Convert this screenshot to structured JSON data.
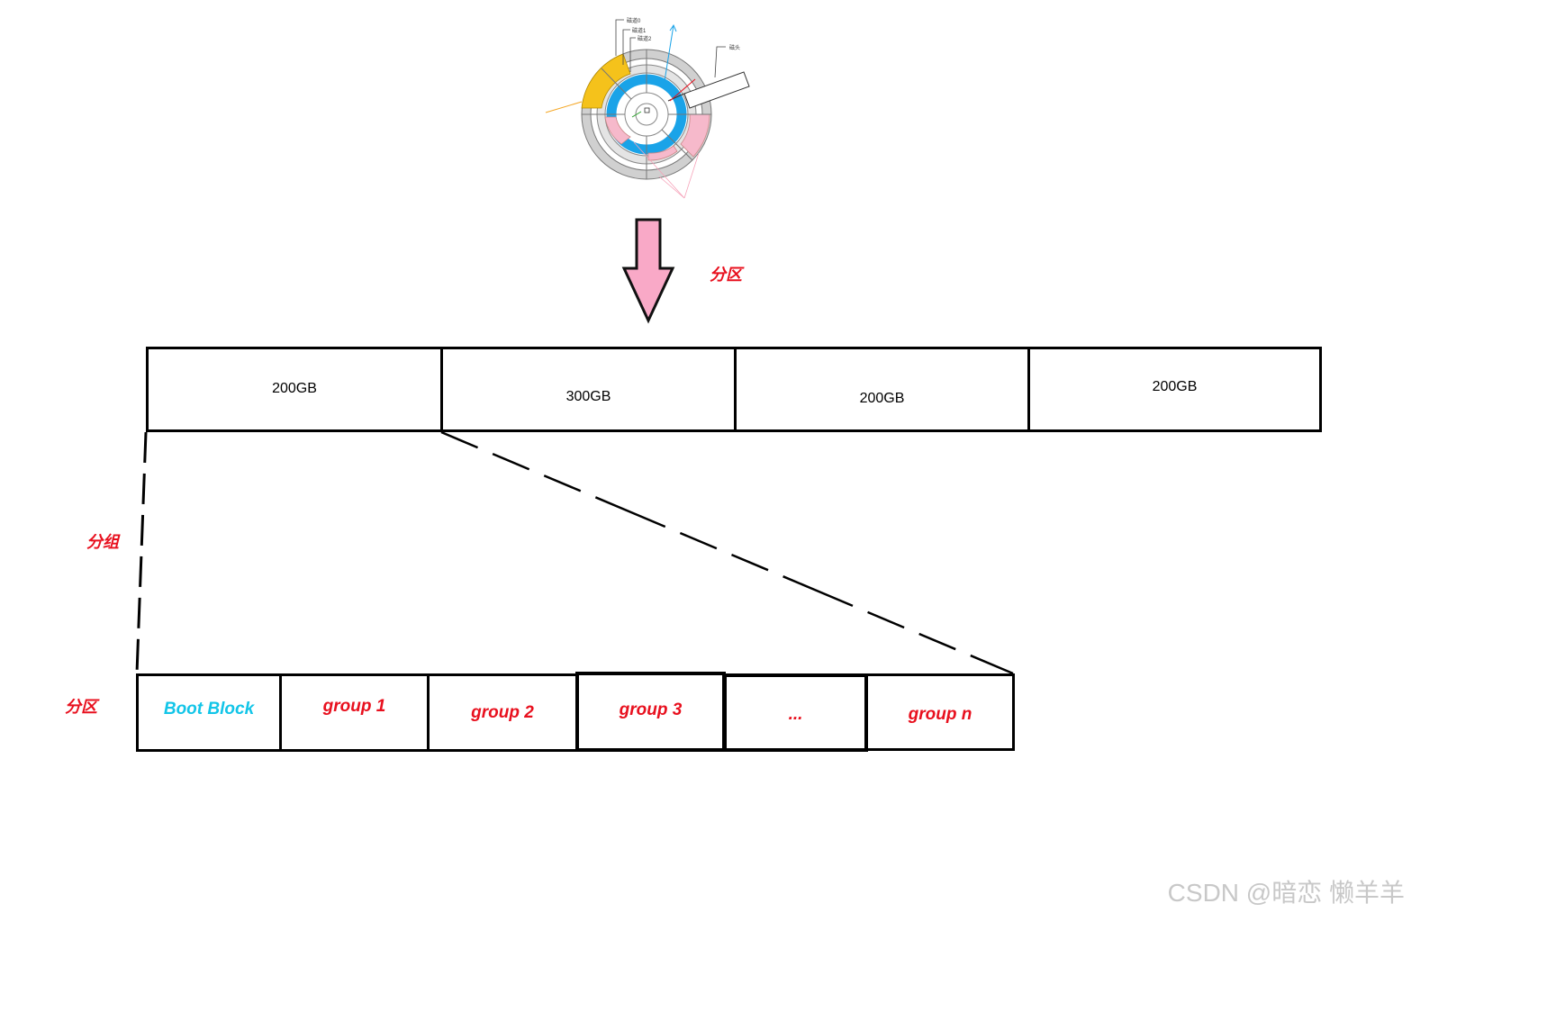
{
  "disk": {
    "labels": {
      "track0": "磁道0",
      "track1": "磁道1",
      "track2": "磁道2",
      "head": "磁头"
    }
  },
  "arrow_label": "分区",
  "partitions": [
    "200GB",
    "300GB",
    "200GB",
    "200GB"
  ],
  "group_label": "分组",
  "partition_label": "分区",
  "groups": [
    "Boot Block",
    "group 1",
    "group 2",
    "group 3",
    "...",
    "group n"
  ],
  "colors": {
    "accent_red": "#e8101e",
    "boot_cyan": "#12c5e8",
    "arrow_pink": "#f9a9c7",
    "sector_yellow": "#f5c21b",
    "track_blue": "#1aa3e8",
    "sector_pink": "#f6b9cb",
    "platter_gray": "#d0d0d0"
  },
  "watermark": "CSDN @暗恋 懒羊羊"
}
